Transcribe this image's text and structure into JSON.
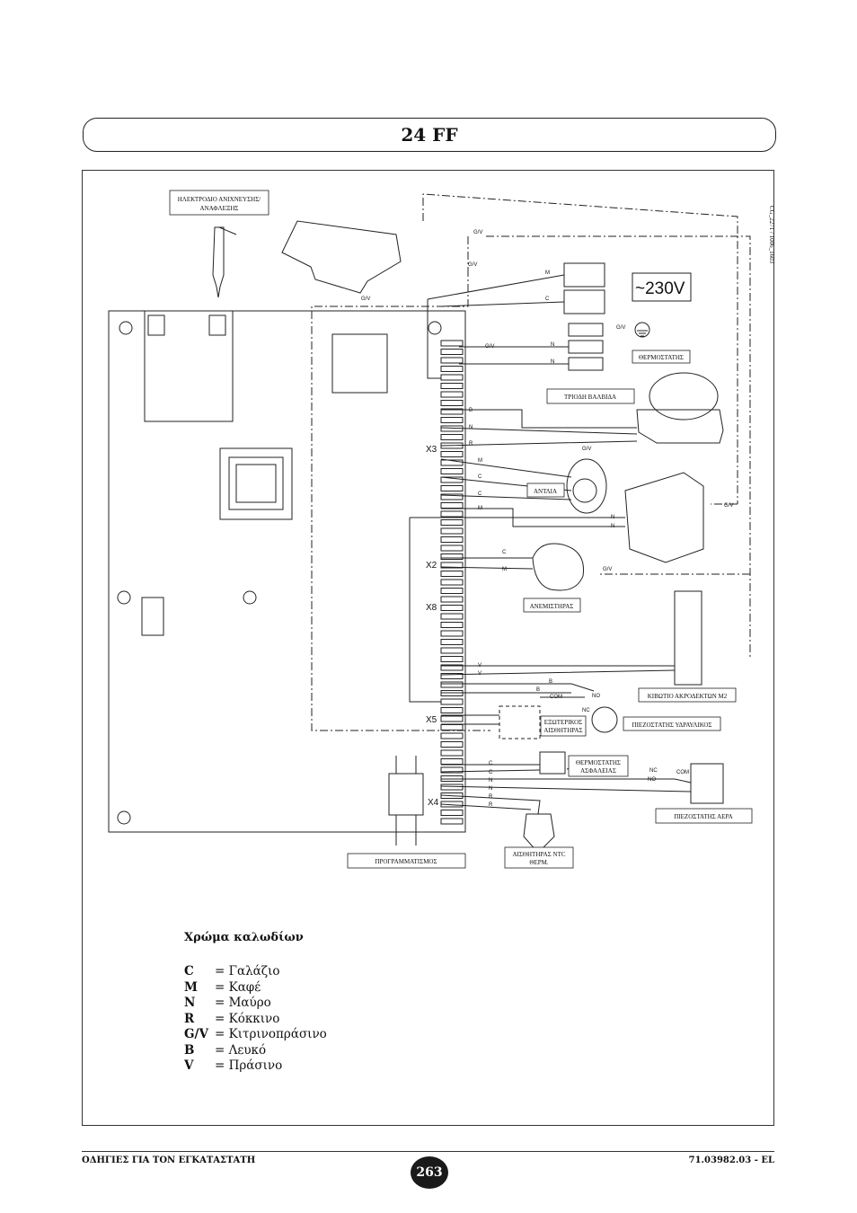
{
  "title": "24 FF",
  "diagram_code": "CG_2271 / 1006_1603",
  "voltage_label": "~230V",
  "connectors": {
    "x3": "X3",
    "x2": "X2",
    "x8": "X8",
    "x5": "X5",
    "x4": "X4"
  },
  "components": {
    "ignition_electrode": [
      "ΗΛΕΚΤΡΟΔΙΟ ΑΝΙΧΝΕΥΣΗΣ/",
      "ΑΝΑΦΛΕΞΗΣ"
    ],
    "thermostat": "ΘΕΡΜΟΣΤΑΤΗΣ",
    "three_way_valve": "ΤΡΙΟΔΗ ΒΑΛΒΙΔΑ",
    "pump": "ΑΝΤΛΙΑ",
    "fan": "ΑΝΕΜΙΣΤΗΡΑΣ",
    "terminal_box": "ΚΙΒΩΤΙΟ ΑΚΡΟΔΕΚΤΩΝ Μ2",
    "external_sensor": [
      "ΕΞΩΤΕΡΙΚΟΣ",
      "ΑΙΣΘΗΤΗΡΑΣ"
    ],
    "water_pressure_switch": "ΠΙΕΖΟΣΤΑΤΗΣ ΥΔΡΑΥΛΙΚΟΣ",
    "safety_thermostat": [
      "ΘΕΡΜΟΣΤΑΤΗΣ",
      "ΑΣΦΑΛΕΙΑΣ"
    ],
    "air_pressure_switch": "ΠΙΕΖΟΣΤΑΤΗΣ ΑΕΡΑ",
    "programming": "ΠΡΟΓΡΑΜΜΑΤΙΣΜΟΣ",
    "ntc_sensor": [
      "ΑΙΣΘΗΤΗΡΑΣ NTC",
      "ΘΕΡΜ."
    ]
  },
  "wire_labels": {
    "gv": "G/V",
    "m": "M",
    "c": "C",
    "n": "N",
    "b": "B",
    "r": "R",
    "v": "V",
    "com": "COM",
    "nc": "NC",
    "no": "NO"
  },
  "legend": {
    "title": "Χρώμα καλωδίων",
    "items": [
      {
        "code": "C",
        "text": "= Γαλάζιο"
      },
      {
        "code": "M",
        "text": "= Καφέ"
      },
      {
        "code": "N",
        "text": "= Μαύρο"
      },
      {
        "code": "R",
        "text": "= Κόκκινο"
      },
      {
        "code": "G/V",
        "text": " = Κιτρινοπράσινο"
      },
      {
        "code": "B",
        "text": "= Λευκό"
      },
      {
        "code": "V",
        "text": "= Πράσινο"
      }
    ]
  },
  "footer": {
    "left": "ΟΔΗΓΙΕΣ ΓΙΑ ΤΟΝ ΕΓΚΑΤΑΣΤΑΤΗ",
    "right": "71.03982.03 - EL",
    "page": "263"
  }
}
